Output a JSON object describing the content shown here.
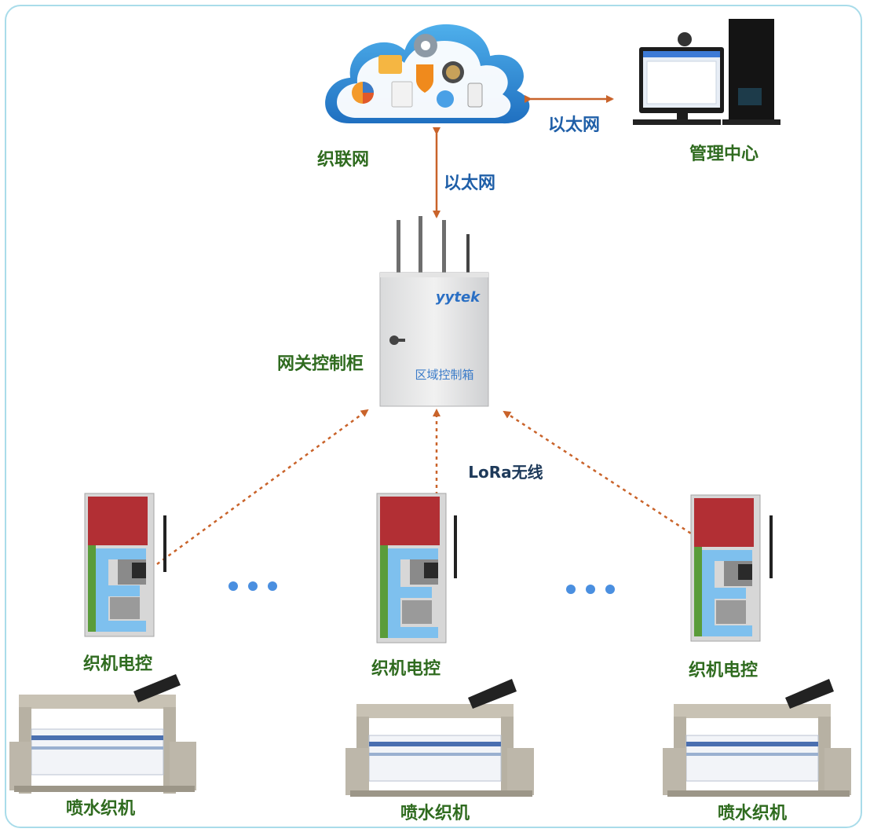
{
  "labels": {
    "cloud": "织联网",
    "ethernet_horizontal": "以太网",
    "ethernet_vertical": "以太网",
    "management_center": "管理中心",
    "gateway_cabinet": "网关控制柜",
    "cabinet_front_text": "区域控制箱",
    "cabinet_brand": "yytek",
    "lora": "LoRa无线",
    "controllers": [
      "织机电控",
      "织机电控",
      "织机电控"
    ],
    "looms": [
      "喷水织机",
      "喷水织机",
      "喷水织机"
    ]
  },
  "colors": {
    "frame_border": "#a9dcea",
    "cloud_blue": "#2f8fd6",
    "arrow_orange": "#c9632a",
    "ellipsis_blue": "#4a8fe0",
    "label_green": "#2f6b1f",
    "label_blue": "#1f5fa8"
  }
}
